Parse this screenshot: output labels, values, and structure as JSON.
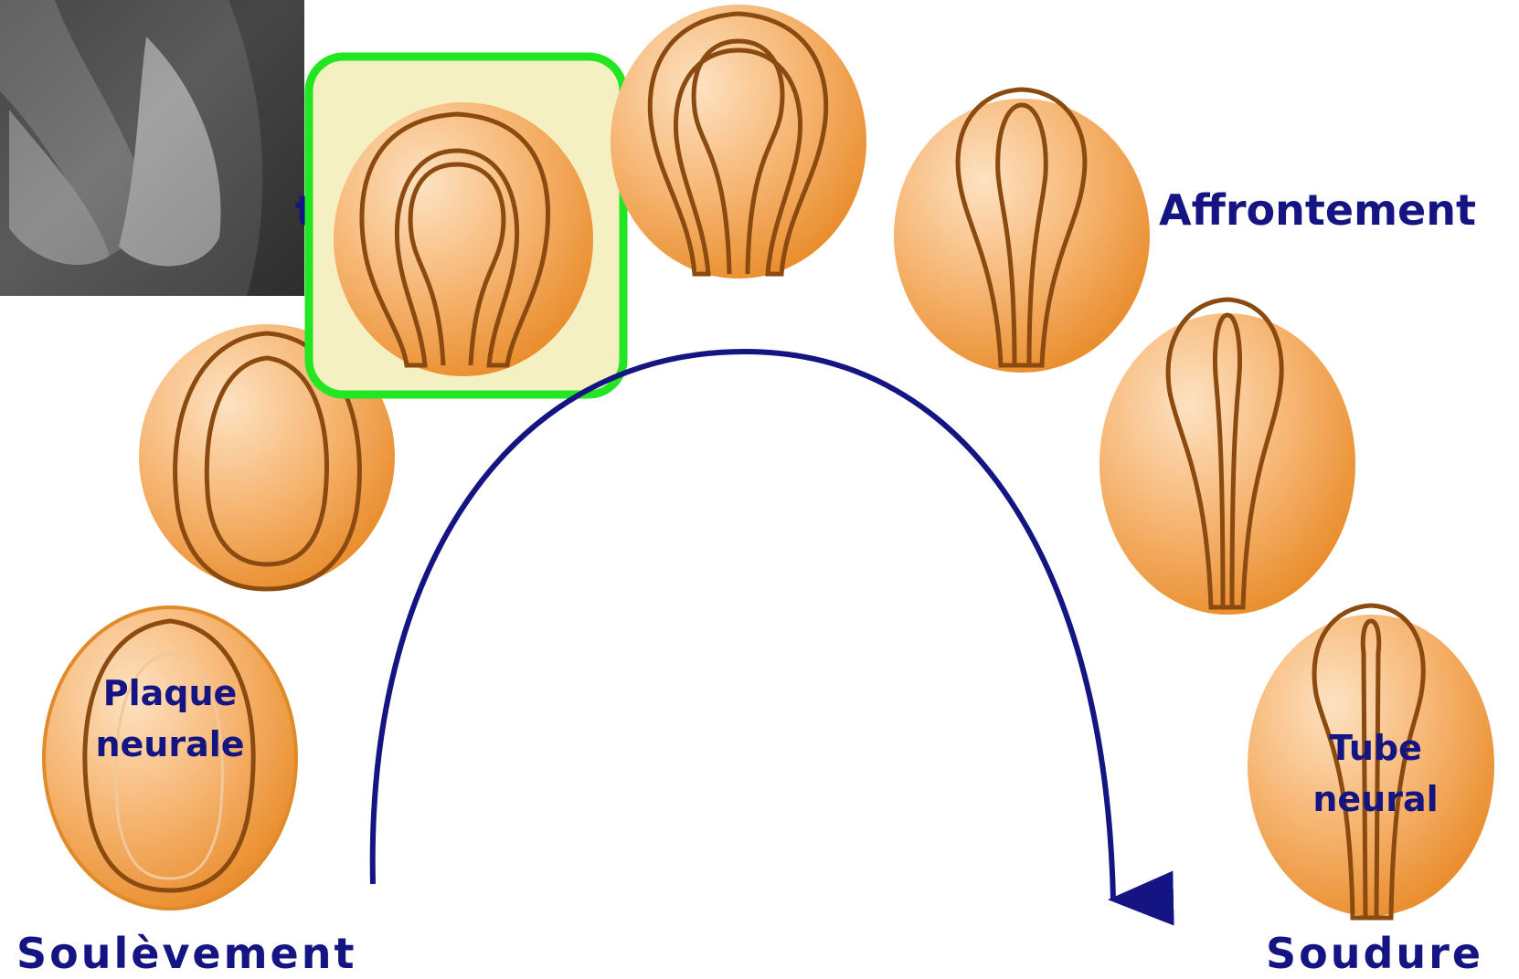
{
  "labels": {
    "affrontement": "Affrontement",
    "soulevement": "Soulèvement",
    "soudure": "Soudure",
    "plaque_line1": "Plaque",
    "plaque_line2": "neurale",
    "tube_line1": "Tube",
    "tube_line2": "neural",
    "partial_label_fragment": "t"
  },
  "colors": {
    "label_text": "#141482",
    "arrow": "#141482",
    "highlight_border": "#22e622",
    "highlight_fill": "#f5f0c2",
    "embryo_outline": "#8a4a10",
    "embryo_fill": "#f3a24a"
  },
  "highlight": {
    "stage": "stage-2",
    "description_visible": false
  },
  "photo_inset": {
    "style": "grayscale micrograph",
    "content": "embryo-photo"
  },
  "stages": [
    {
      "id": "stage-plaque",
      "name": "Plaque neurale"
    },
    {
      "id": "stage-1"
    },
    {
      "id": "stage-2"
    },
    {
      "id": "stage-3"
    },
    {
      "id": "stage-4"
    },
    {
      "id": "stage-5"
    },
    {
      "id": "stage-tube",
      "name": "Tube neural"
    }
  ]
}
